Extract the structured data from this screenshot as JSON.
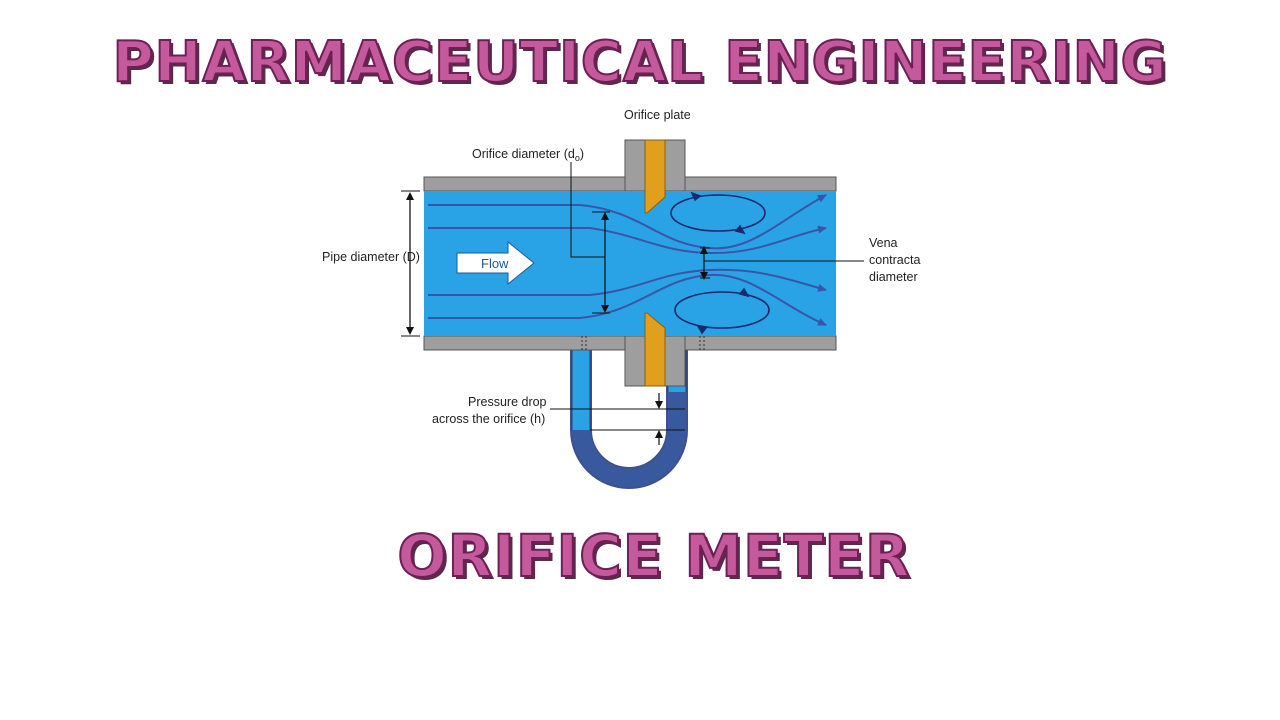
{
  "title": "PHARMACEUTICAL ENGINEERING",
  "subtitle": "ORIFICE METER",
  "labels": {
    "orifice_plate": "Orifice plate",
    "orifice_diameter": "Orifice diameter (d",
    "orifice_diameter_sub": "o",
    "orifice_diameter_close": ")",
    "pipe_diameter": "Pipe diameter (D)",
    "flow": "Flow",
    "vena_line1": "Vena",
    "vena_line2": "contracta",
    "vena_line3": "diameter",
    "pressure_line1": "Pressure drop",
    "pressure_line2": "across the orifice (h)"
  },
  "colors": {
    "title_fill": "#c45a9c",
    "pipe_wall": "#9e9e9e",
    "fluid": "#29a3e6",
    "plate": "#e0a01e",
    "manometer_liquid": "#3a5aa8",
    "streamline": "#3a55a8"
  }
}
